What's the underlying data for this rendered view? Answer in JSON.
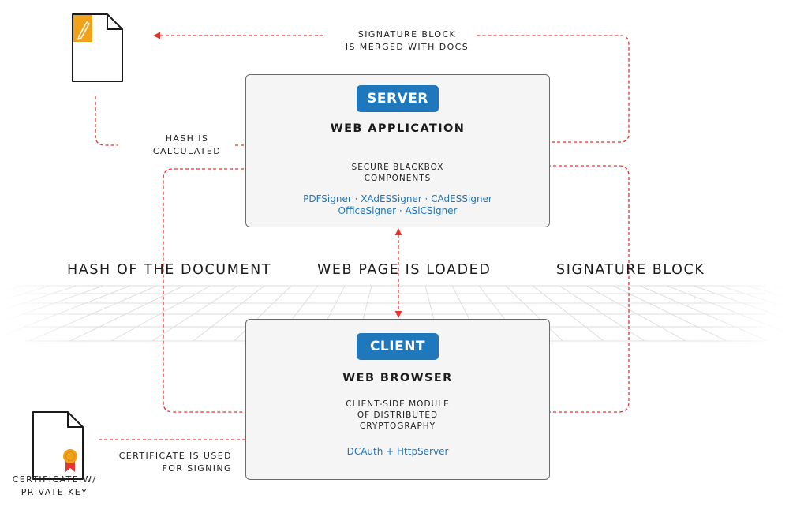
{
  "server": {
    "badge": "SERVER",
    "title": "WEB APPLICATION",
    "sub_line1": "SECURE BLACKBOX",
    "sub_line2": "COMPONENTS",
    "components_line1": "PDFSigner · XAdESSigner · CAdESSigner",
    "components_line2": "OfficeSigner · ASiCSigner"
  },
  "client": {
    "badge": "CLIENT",
    "title": "WEB BROWSER",
    "sub_line1": "CLIENT-SIDE MODULE",
    "sub_line2": "OF DISTRIBUTED",
    "sub_line3": "CRYPTOGRAPHY",
    "components": "DCAuth + HttpServer"
  },
  "labels": {
    "merged_line1": "SIGNATURE BLOCK",
    "merged_line2": "IS MERGED WITH DOCS",
    "hash_line1": "HASH IS",
    "hash_line2": "CALCULATED",
    "cert_used_line1": "CERTIFICATE IS USED",
    "cert_used_line2": "FOR SIGNING",
    "cert_key_line1": "CERTIFICATE W/",
    "cert_key_line2": "PRIVATE KEY",
    "hash_of_document": "HASH OF THE DOCUMENT",
    "web_page_loaded": "WEB PAGE IS LOADED",
    "signature_block": "SIGNATURE BLOCK"
  },
  "colors": {
    "arrow": "#e8322b",
    "badge": "#1f77bc",
    "doc_icon_accent": "#f0a21a",
    "seal": "#f0a21a",
    "ribbon": "#e8322b"
  },
  "icons": {
    "document": "pen-document-icon",
    "certificate": "certificate-document-icon"
  }
}
